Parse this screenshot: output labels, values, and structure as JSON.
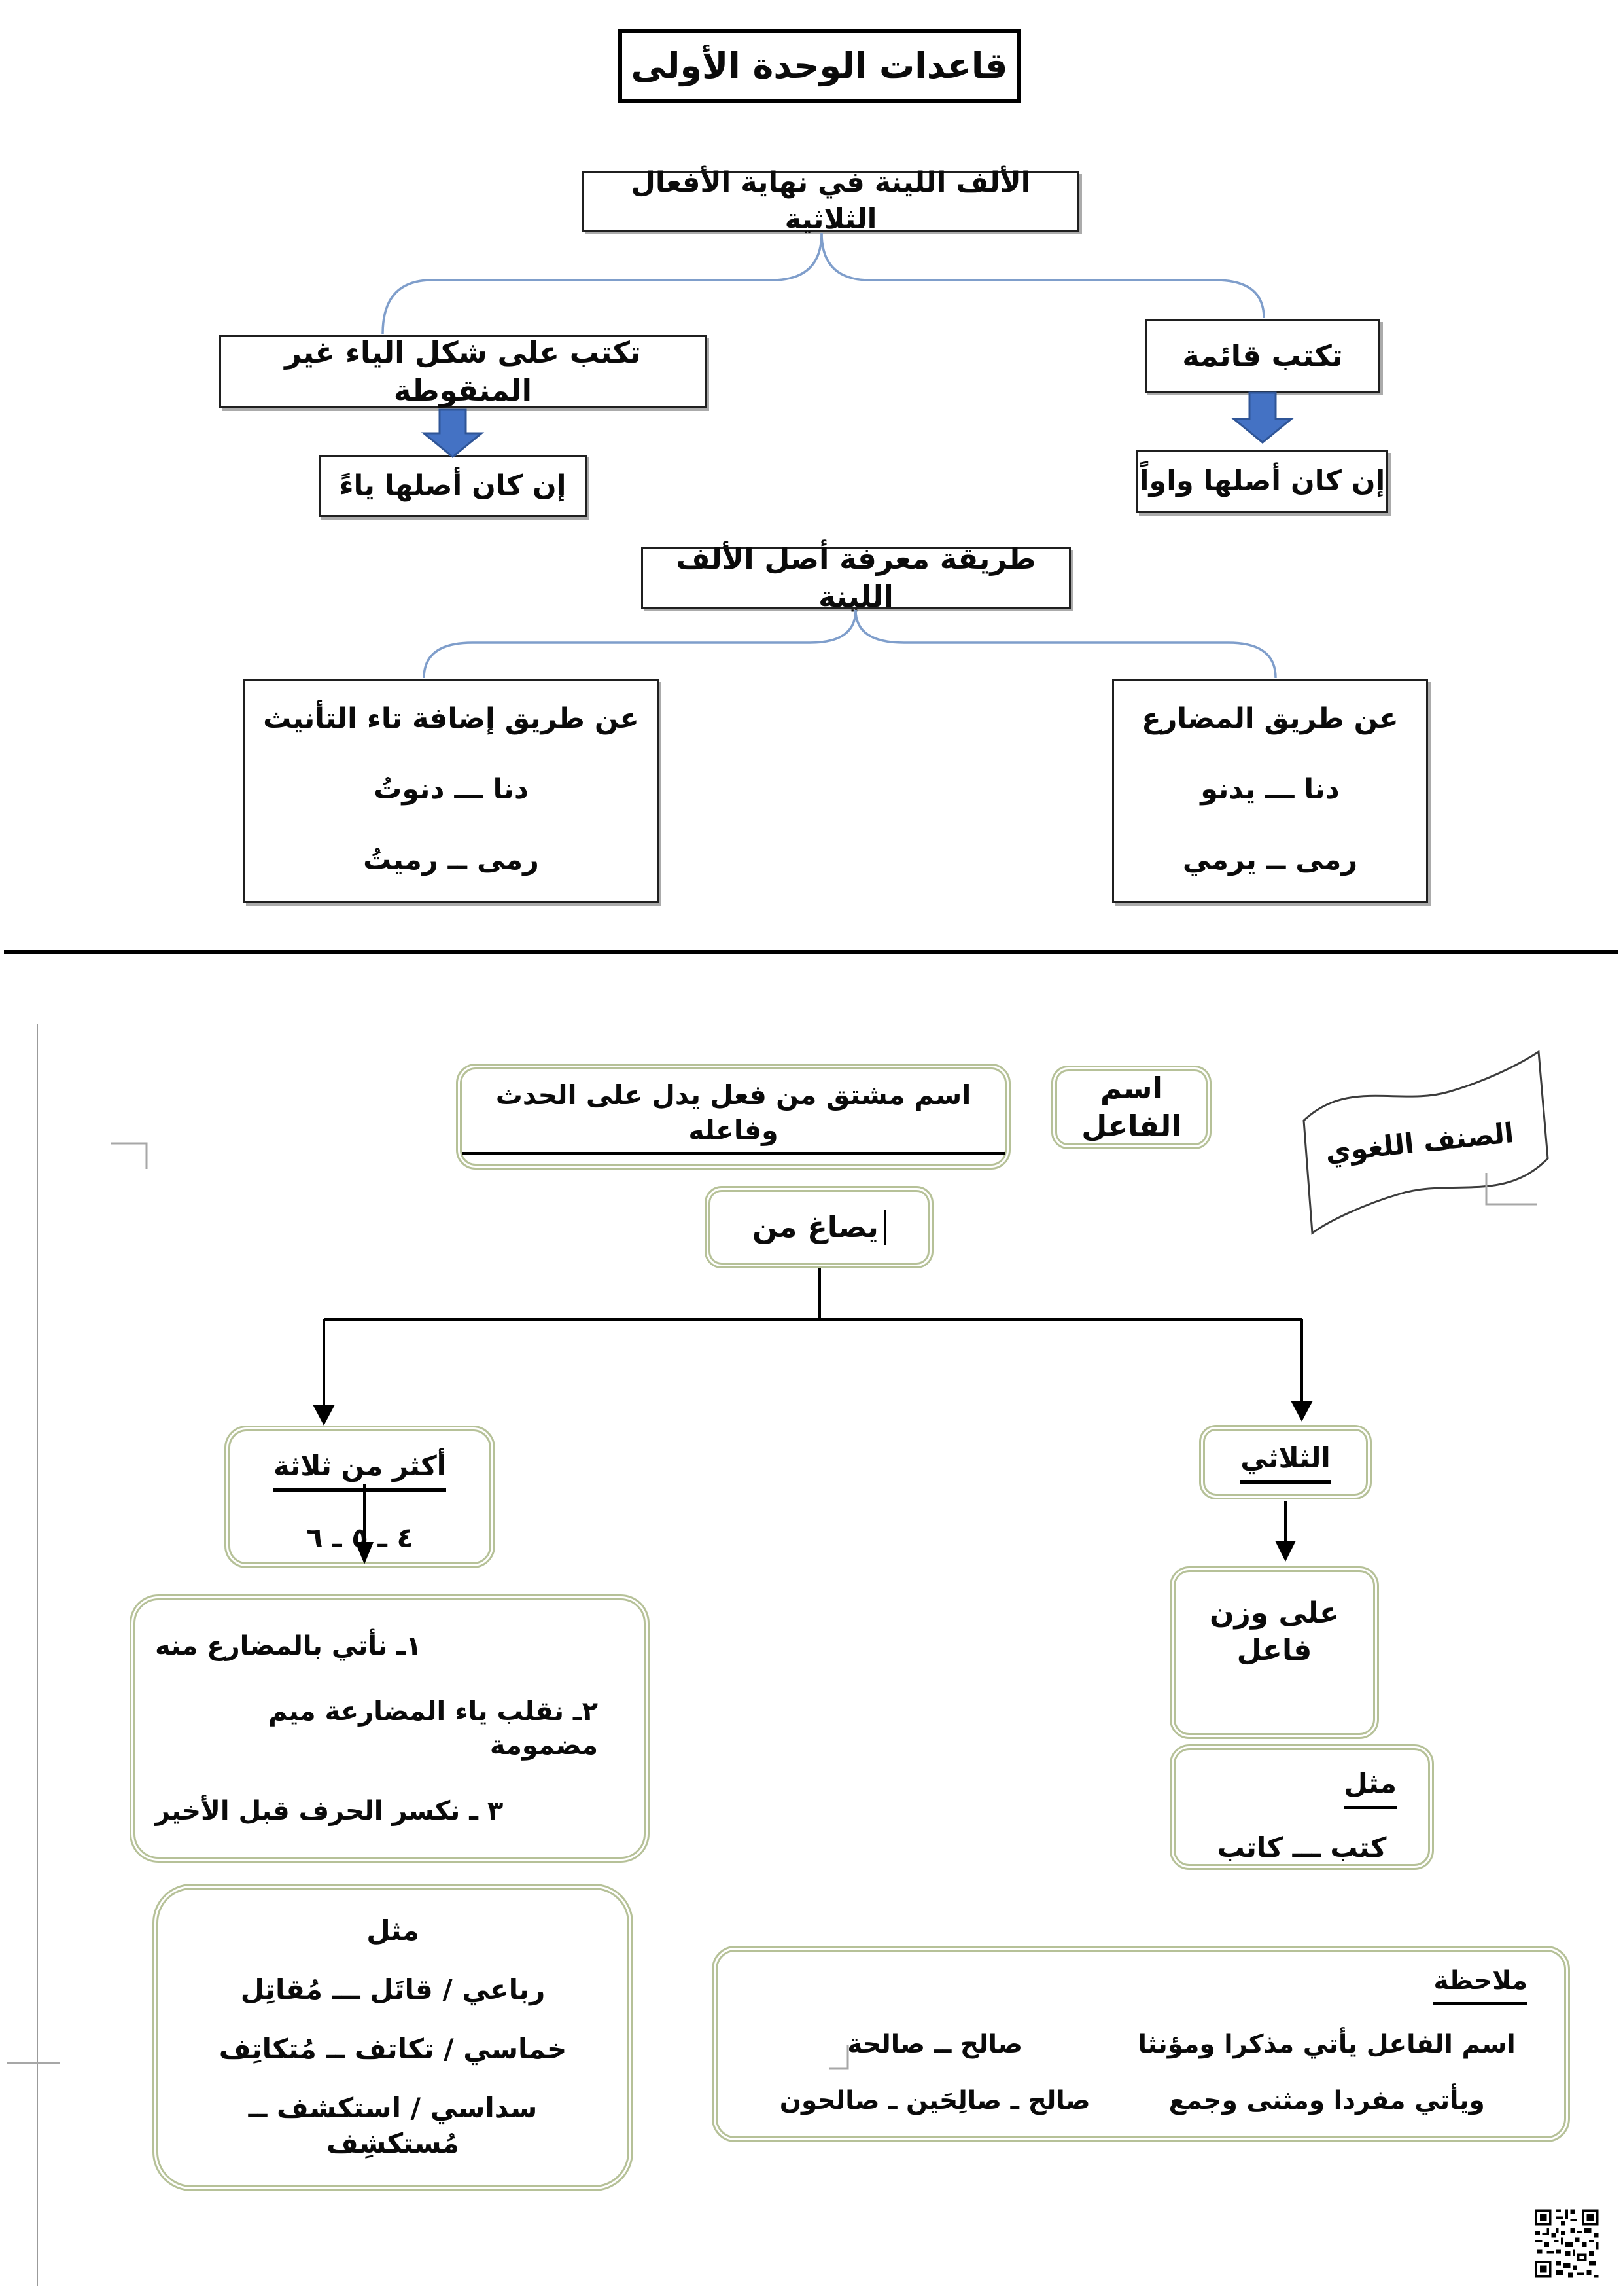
{
  "page_title": "قاعدات الوحدة الأولى",
  "soft_alif": {
    "root": "الألف اللينة في نهاية الأفعال الثلاثية",
    "upright": {
      "form": "تكتب قائمة",
      "condition": "إن كان أصلها واواً"
    },
    "dotless_ya": {
      "form": "تكتب على شكل الياء غير المنقوطة",
      "condition": "إن كان أصلها ياءً"
    },
    "method_title": "طريقة معرفة أصل الألف اللينة",
    "by_present": {
      "title": "عن طريق المضارع",
      "ex1": "دنا ـــ يدنو",
      "ex2": "رمى ــ يرمي"
    },
    "by_taa": {
      "title": "عن طريق إضافة تاء التأنيث",
      "ex1": "دنا ـــ دنوتُ",
      "ex2": "رمى ــ رميتُ"
    }
  },
  "participle": {
    "banner": "الصنف اللغوي",
    "term": "اسم الفاعل",
    "definition": "اسم مشتق من فعل يدل على الحدث وفاعله",
    "formed_from": "يصاغ من",
    "trilateral": {
      "title": "الثلاثي",
      "pattern": "على وزن فاعل",
      "example_label": "مثل",
      "example": "كتب ـــ كاتب"
    },
    "non_trilateral": {
      "title": "أكثر من ثلاثة",
      "numbers": "٤ ـ ٥ ـ ٦",
      "step1": "١ـ نأتي بالمضارع منه",
      "step2": "٢ـ نقلب ياء المضارعة ميم مضمومة",
      "step3": "٣ ـ نكسر الحرف قبل الأخير",
      "examples_label": "مثل",
      "ex1": "رباعي / قاتَل ـــ مُقاتِل",
      "ex2": "خماسي / تكاتف ــ مُتكاتِف",
      "ex3": "سداسي / استكشف ــ مُستكشِف"
    },
    "note": {
      "title": "ملاحظة",
      "rule1": "اسم الفاعل يأتي مذكرا ومؤنثا",
      "example1": "صالح ــ صالحة",
      "rule2": "ويأتي مفردا ومثنى وجمع",
      "example2": "صالح ـ صالِحَين ـ صالحون"
    }
  }
}
